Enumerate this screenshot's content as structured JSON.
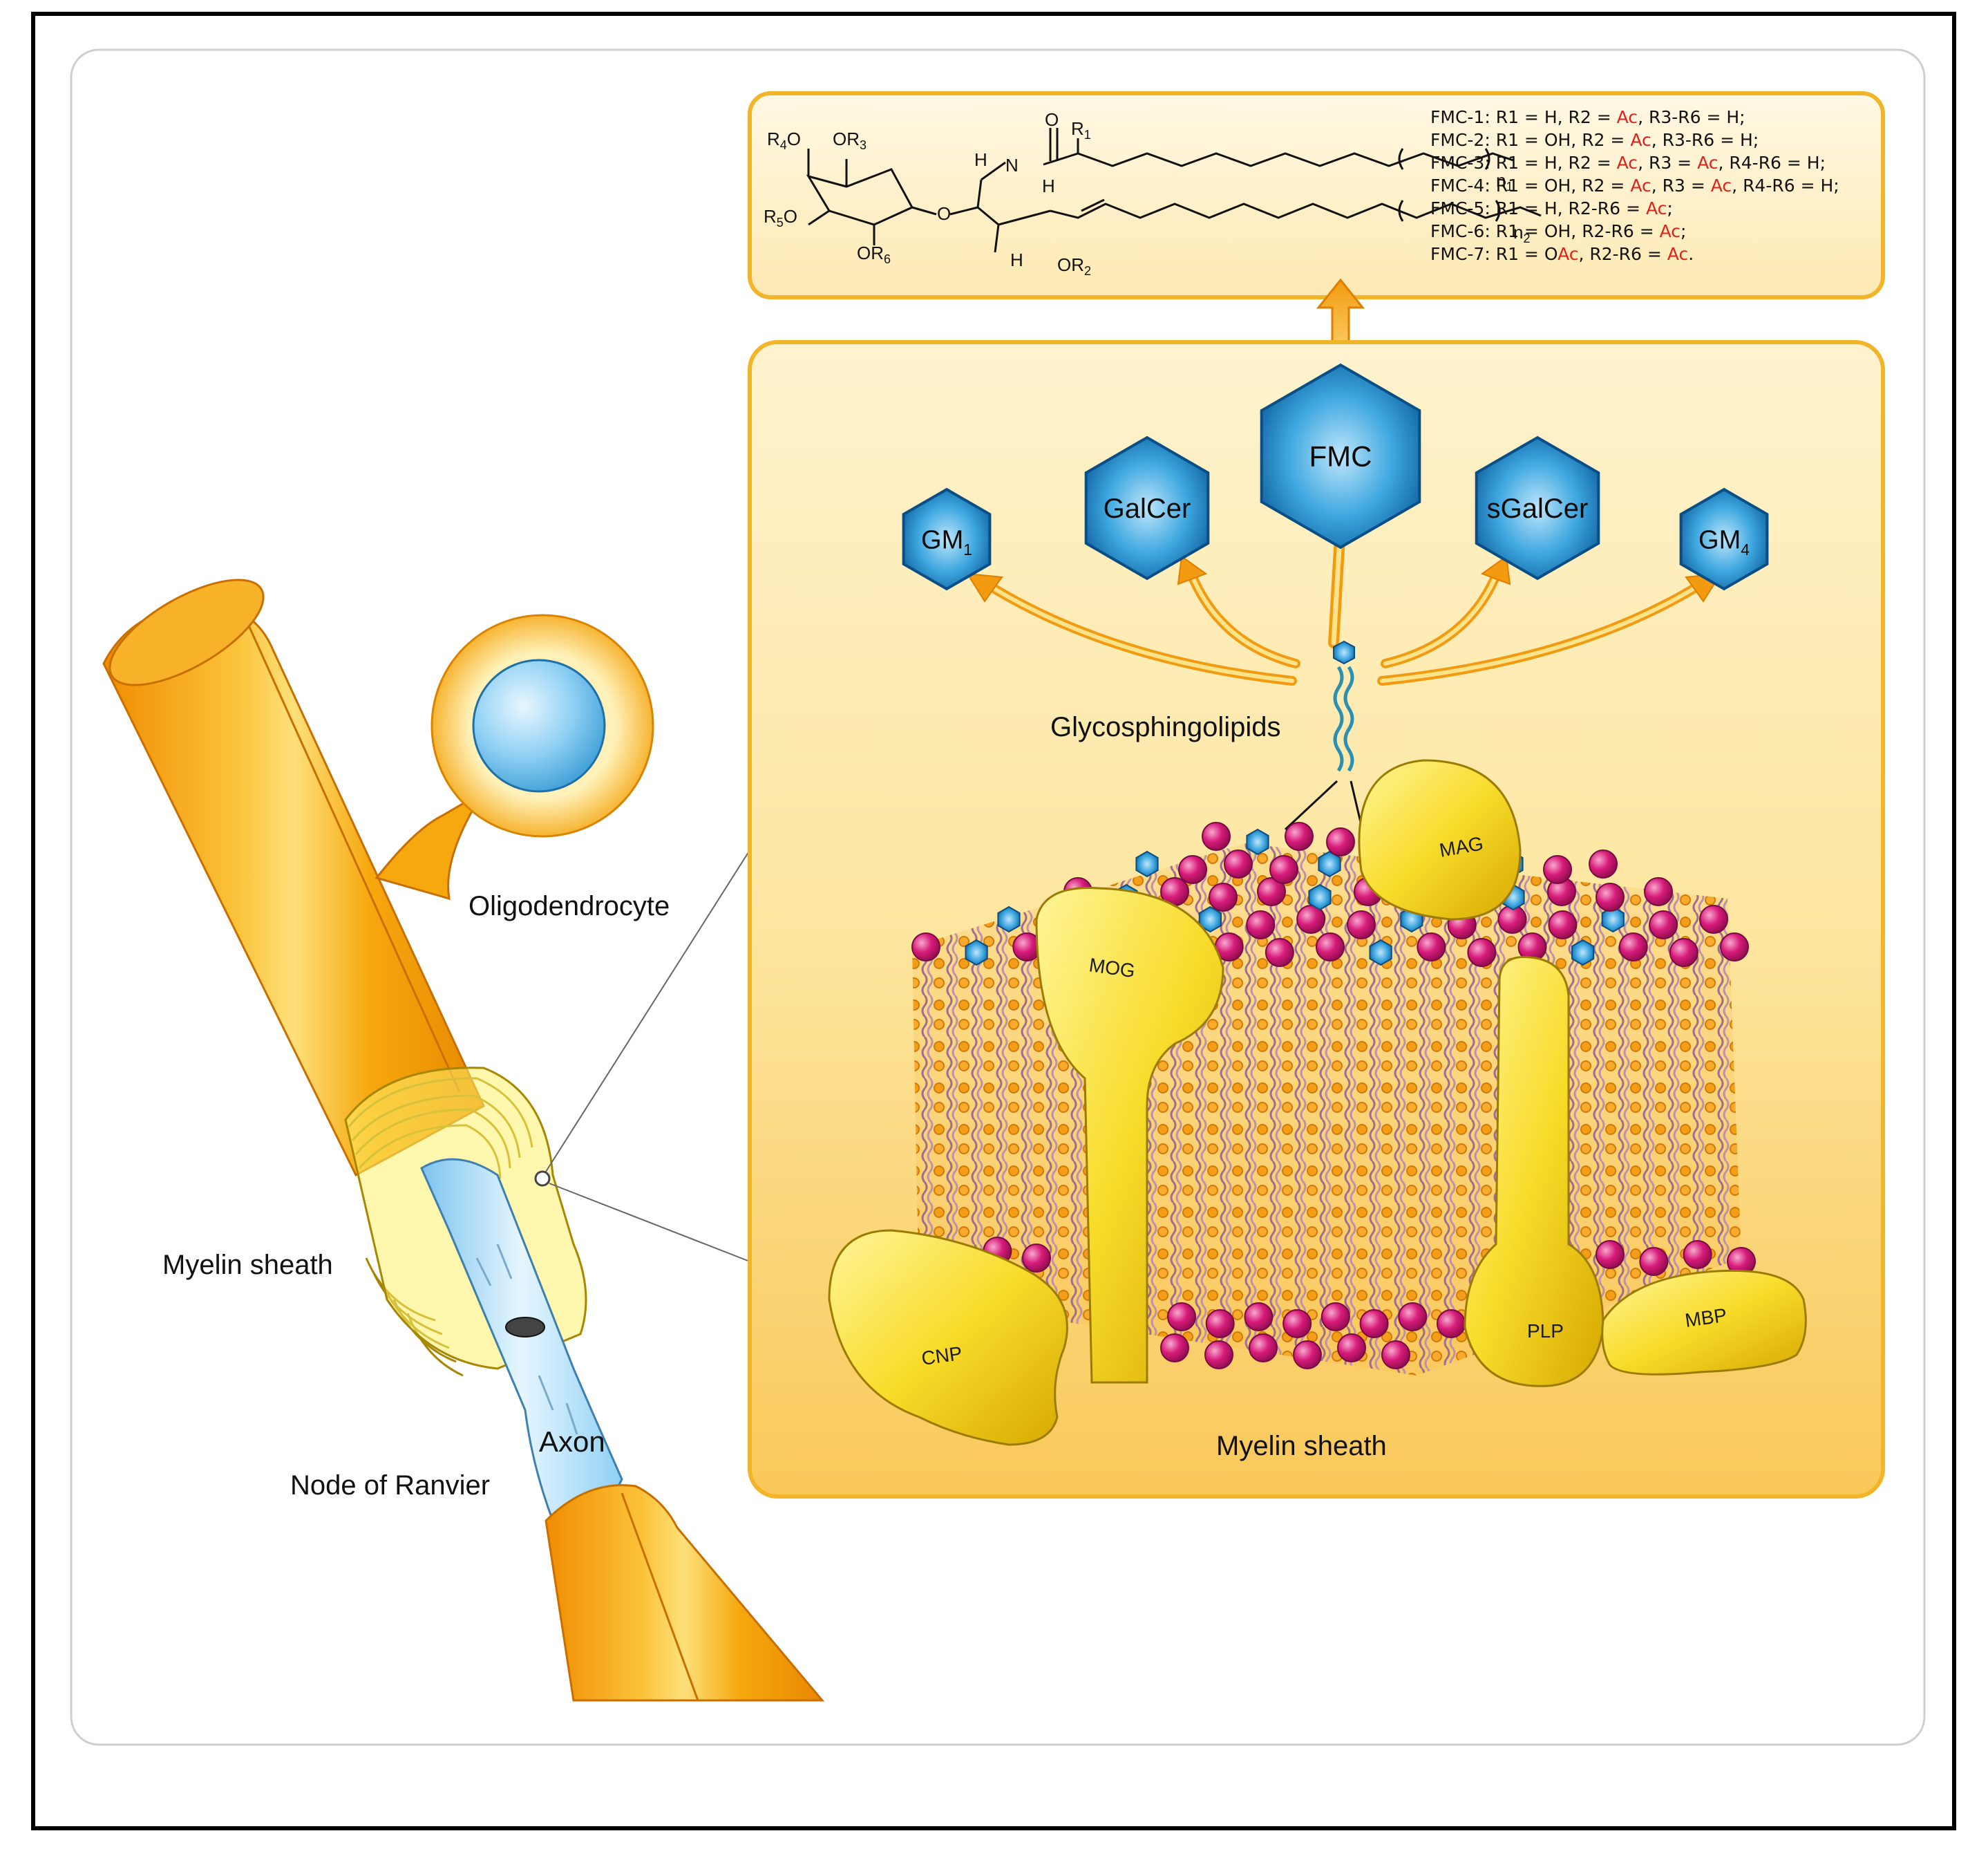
{
  "colors": {
    "myelin_orange": "#f5a60c",
    "membrane_bg": "#fde7a4",
    "hexagon_blue": "#1e88c8",
    "headgroup_pink": "#d81b7a",
    "protein_yellow": "#f8dc2a",
    "substituent_red": "#e0201c",
    "frame": "#000000"
  },
  "left_panel": {
    "oligodendrocyte_label": "Oligodendrocyte",
    "myelin_sheath_label": "Myelin sheath",
    "axon_label": "Axon",
    "node_label": "Node of Ranvier"
  },
  "membrane_panel": {
    "title": "Myelin sheath",
    "glycolipid_label": "Glycosphingolipids",
    "hexagons": [
      {
        "id": "gm1",
        "label": "GM",
        "sub": "1"
      },
      {
        "id": "galcer",
        "label": "GalCer",
        "sub": ""
      },
      {
        "id": "fmc",
        "label": "FMC",
        "sub": ""
      },
      {
        "id": "sgalcer",
        "label": "sGalCer",
        "sub": ""
      },
      {
        "id": "gm4",
        "label": "GM",
        "sub": "4"
      }
    ],
    "proteins": [
      "MAG",
      "MOG",
      "PLP",
      "CNP",
      "MBP"
    ]
  },
  "structure_panel": {
    "atoms": {
      "r4o": "R",
      "r4o_sub": "4",
      "r4o_tail": "O",
      "or3": "OR",
      "or3_sub": "3",
      "r5o": "R",
      "r5o_sub": "5",
      "r5o_tail": "O",
      "or6": "OR",
      "or6_sub": "6",
      "o_link": "O",
      "h_n": "H",
      "n": "N",
      "h_c2": "H",
      "h_c3": "H",
      "or2": "OR",
      "or2_sub": "2",
      "o_carbonyl": "O",
      "r1": "R",
      "r1_sub": "1",
      "n1": "n",
      "n1_sub": "1",
      "n2": "n",
      "n2_sub": "2"
    },
    "variants": [
      [
        {
          "t": "FMC-1: R1 = H, R2 = "
        },
        {
          "t": "Ac",
          "red": true
        },
        {
          "t": ", R3-R6 = H;"
        }
      ],
      [
        {
          "t": "FMC-2: R1 = OH, R2 = "
        },
        {
          "t": "Ac",
          "red": true
        },
        {
          "t": ", R3-R6 = H;"
        }
      ],
      [
        {
          "t": "FMC-3: R1 = H, R2 = "
        },
        {
          "t": "Ac",
          "red": true
        },
        {
          "t": ", R3 = "
        },
        {
          "t": "Ac",
          "red": true
        },
        {
          "t": ", R4-R6 = H;"
        }
      ],
      [
        {
          "t": "FMC-4: R1 = OH, R2 = "
        },
        {
          "t": "Ac",
          "red": true
        },
        {
          "t": ", R3 = "
        },
        {
          "t": "Ac",
          "red": true
        },
        {
          "t": ", R4-R6 = H;"
        }
      ],
      [
        {
          "t": "FMC-5: R1 = H, R2-R6 = "
        },
        {
          "t": "Ac",
          "red": true
        },
        {
          "t": ";"
        }
      ],
      [
        {
          "t": "FMC-6: R1 = OH, R2-R6 = "
        },
        {
          "t": "Ac",
          "red": true
        },
        {
          "t": ";"
        }
      ],
      [
        {
          "t": "FMC-7: R1 = O"
        },
        {
          "t": "Ac",
          "red": true
        },
        {
          "t": ", R2-R6 = "
        },
        {
          "t": "Ac",
          "red": true
        },
        {
          "t": "."
        }
      ]
    ]
  }
}
